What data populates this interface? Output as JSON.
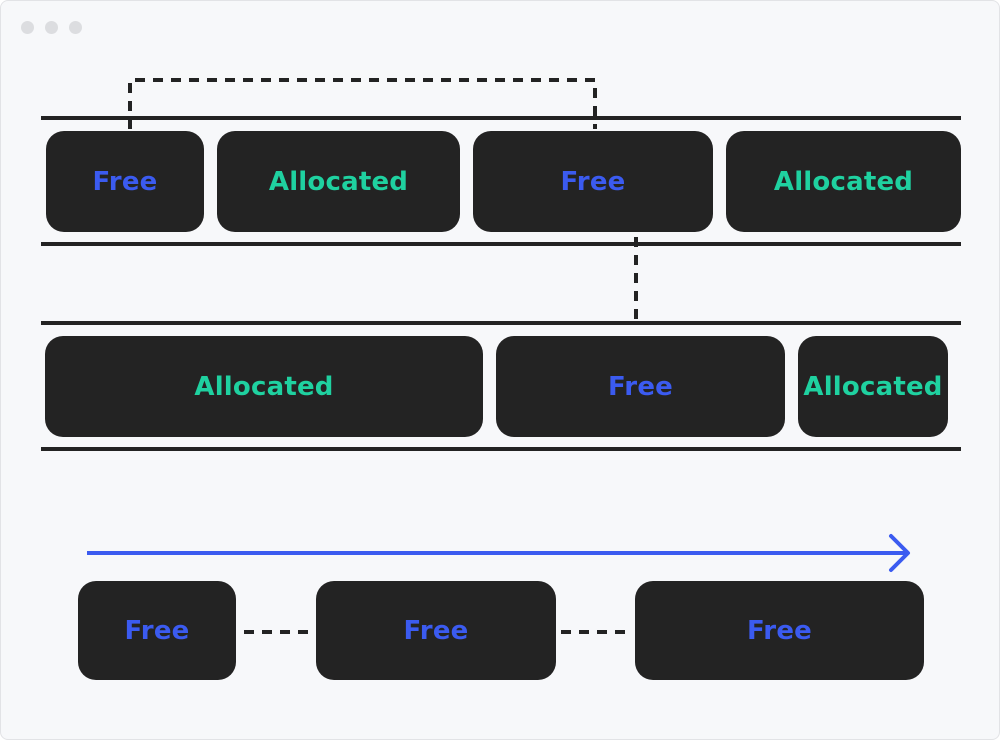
{
  "colors": {
    "background": "#f7f8fa",
    "block": "#232323",
    "free_text": "#3b5bf0",
    "allocated_text": "#1fd1a0",
    "arrow": "#3b5bf0",
    "connector": "#232323",
    "rail": "#232323"
  },
  "window_controls": [
    "dot",
    "dot",
    "dot"
  ],
  "row1": {
    "blocks": [
      {
        "state": "free",
        "label": "Free"
      },
      {
        "state": "allocated",
        "label": "Allocated"
      },
      {
        "state": "free",
        "label": "Free"
      },
      {
        "state": "allocated",
        "label": "Allocated"
      }
    ]
  },
  "row2": {
    "blocks": [
      {
        "state": "allocated",
        "label": "Allocated"
      },
      {
        "state": "free",
        "label": "Free"
      },
      {
        "state": "allocated",
        "label": "Allocated"
      }
    ]
  },
  "free_list": {
    "blocks": [
      {
        "state": "free",
        "label": "Free"
      },
      {
        "state": "free",
        "label": "Free"
      },
      {
        "state": "free",
        "label": "Free"
      }
    ]
  }
}
